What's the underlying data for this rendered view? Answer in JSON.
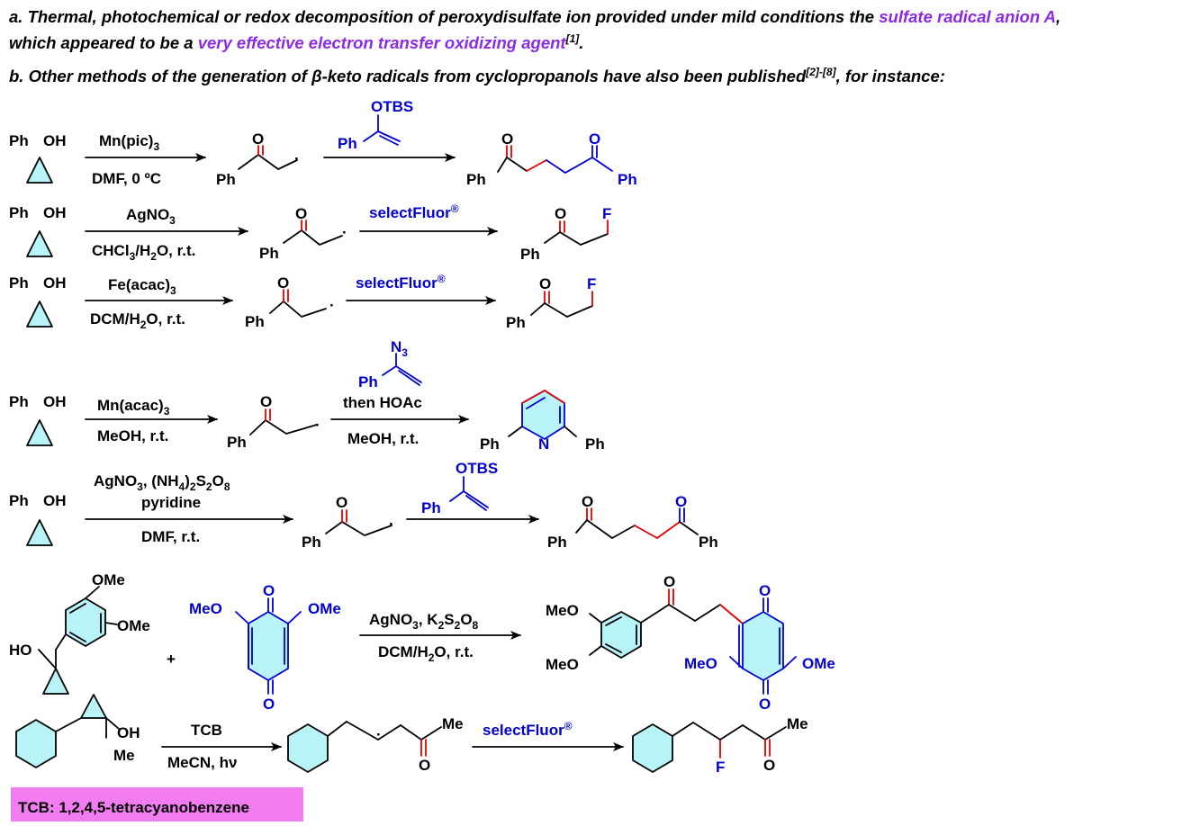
{
  "notes": {
    "a": {
      "prefix": "a. Thermal, photochemical or redox decomposition of peroxydisulfate ion provided under mild conditions the ",
      "highlight1": "sulfate radical anion A",
      "comma": ",",
      "line2_prefix": "which appeared to be a ",
      "highlight2": "very effective electron transfer oxidizing agent",
      "ref": "[1]",
      "end": "."
    },
    "b": {
      "prefix": "b. Other methods of the generation of ",
      "beta": "β",
      "middle": "-keto radicals from cyclopropanols have also been published",
      "ref": "[2]-[8]",
      "end": ", for instance:"
    }
  },
  "colors": {
    "highlight": "#8a2be2",
    "reagent_blue": "#0000cc",
    "new_bond": "#e00000",
    "ring_fill": "#b8f3f8",
    "tcb_box": "#f27df0"
  },
  "atoms": {
    "ph": "Ph",
    "oh": "OH",
    "o": "O",
    "f": "F",
    "n": "N",
    "n3": "N",
    "three": "3",
    "otbs": "OTBS",
    "ome": "OMe",
    "meo": "MeO",
    "ho": "HO",
    "me": "Me",
    "plus": "+",
    "dot": "·"
  },
  "reactions": [
    {
      "above": "Mn(pic)",
      "above_sub": "3",
      "below": "DMF,  0 ºC",
      "reagent2": "OTBS"
    },
    {
      "above": "AgNO",
      "above_sub": "3",
      "below_a": "CHCl",
      "below_sub1": "3",
      "below_b": "/H",
      "below_sub2": "2",
      "below_c": "O, r.t.",
      "reagent2": "selectFluor",
      "reg": "®"
    },
    {
      "above": "Fe(acac)",
      "above_sub": "3",
      "below_a": "DCM/H",
      "below_sub": "2",
      "below_b": "O, r.t.",
      "reagent2": "selectFluor",
      "reg": "®"
    },
    {
      "above": "Mn(acac)",
      "above_sub": "3",
      "below": "MeOH, r.t.",
      "reagent2_above": "then HOAc",
      "reagent2_below": "MeOH, r.t."
    },
    {
      "above_a": "AgNO",
      "above_sub1": "3",
      "above_b": ", (NH",
      "above_sub2": "4",
      "above_c": ")",
      "above_sub3": "2",
      "above_d": "S",
      "above_sub4": "2",
      "above_e": "O",
      "above_sub5": "8",
      "above2": "pyridine",
      "below": "DMF, r.t."
    },
    {
      "above_a": "AgNO",
      "above_sub1": "3",
      "above_b": ", K",
      "above_sub2": "2",
      "above_c": "S",
      "above_sub3": "2",
      "above_d": "O",
      "above_sub4": "8",
      "below_a": "DCM/H",
      "below_sub": "2",
      "below_b": "O, r.t."
    },
    {
      "above": "TCB",
      "below": "MeCN, hν",
      "reagent2": "selectFluor",
      "reg": "®"
    }
  ],
  "footnote": "TCB: 1,2,4,5-tetracyanobenzene"
}
